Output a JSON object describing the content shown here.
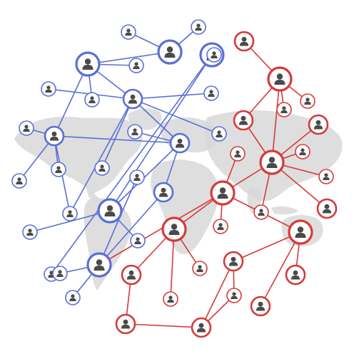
{
  "colors": {
    "background": "#ffffff",
    "map": "#d8d8d8",
    "blue": "#5a6fd6",
    "red": "#d63a3a",
    "person": "#4a4a4a"
  },
  "icons": {
    "node": "person-icon",
    "map": "world-map"
  },
  "network": {
    "blue": {
      "nodes": [
        {
          "id": "b1",
          "size": "s"
        },
        {
          "id": "b2",
          "size": "s"
        },
        {
          "id": "b3",
          "size": "l"
        },
        {
          "id": "b4",
          "size": "s"
        },
        {
          "id": "b5",
          "size": "s"
        },
        {
          "id": "b6",
          "size": "l"
        },
        {
          "id": "b7",
          "size": "s"
        },
        {
          "id": "b8",
          "size": "s"
        },
        {
          "id": "b9",
          "size": "m"
        },
        {
          "id": "b10",
          "size": "s"
        },
        {
          "id": "b11",
          "size": "s"
        },
        {
          "id": "b12",
          "size": "m"
        },
        {
          "id": "b13",
          "size": "s"
        },
        {
          "id": "b14",
          "size": "s"
        },
        {
          "id": "b15",
          "size": "m"
        },
        {
          "id": "b16",
          "size": "s"
        },
        {
          "id": "b17",
          "size": "s"
        },
        {
          "id": "b18",
          "size": "s"
        },
        {
          "id": "b19",
          "size": "s"
        },
        {
          "id": "b20",
          "size": "l"
        },
        {
          "id": "b21",
          "size": "m"
        },
        {
          "id": "b22",
          "size": "s"
        },
        {
          "id": "b23",
          "size": "s"
        },
        {
          "id": "b24",
          "size": "l"
        },
        {
          "id": "b25",
          "size": "s"
        },
        {
          "id": "b26",
          "size": "s"
        },
        {
          "id": "b27",
          "size": "l"
        },
        {
          "id": "b28",
          "size": "s"
        },
        {
          "id": "b29",
          "size": "s"
        },
        {
          "id": "b30",
          "size": "s"
        }
      ],
      "edges": [
        [
          "b1",
          "b9"
        ],
        [
          "b2",
          "b6"
        ],
        [
          "b3",
          "b5"
        ],
        [
          "b3",
          "b6"
        ],
        [
          "b4",
          "b6"
        ],
        [
          "b3",
          "b9"
        ],
        [
          "b3",
          "b10"
        ],
        [
          "b3",
          "b12"
        ],
        [
          "b9",
          "b11"
        ],
        [
          "b9",
          "b15"
        ],
        [
          "b9",
          "b8"
        ],
        [
          "b9",
          "b16"
        ],
        [
          "b9",
          "b19"
        ],
        [
          "b12",
          "b14"
        ],
        [
          "b12",
          "b17"
        ],
        [
          "b12",
          "b18"
        ],
        [
          "b12",
          "b19"
        ],
        [
          "b12",
          "b15"
        ],
        [
          "b15",
          "b21"
        ],
        [
          "b15",
          "b20"
        ],
        [
          "b21",
          "b24"
        ],
        [
          "b20",
          "b23"
        ],
        [
          "b20",
          "b25"
        ],
        [
          "b20",
          "b27"
        ],
        [
          "b24",
          "b22"
        ],
        [
          "b24",
          "b26"
        ],
        [
          "b24",
          "b28"
        ],
        [
          "b27",
          "b29"
        ],
        [
          "b27",
          "b30"
        ],
        [
          "b27",
          "b13"
        ],
        [
          "b15",
          "b7"
        ]
      ]
    },
    "red": {
      "nodes": [
        {
          "id": "r1",
          "size": "m"
        },
        {
          "id": "r2",
          "size": "l"
        },
        {
          "id": "r3",
          "size": "s"
        },
        {
          "id": "r4",
          "size": "s"
        },
        {
          "id": "r5",
          "size": "m"
        },
        {
          "id": "r6",
          "size": "m"
        },
        {
          "id": "r7",
          "size": "s"
        },
        {
          "id": "r8",
          "size": "l"
        },
        {
          "id": "r9",
          "size": "s"
        },
        {
          "id": "r10",
          "size": "m"
        },
        {
          "id": "r11",
          "size": "l"
        },
        {
          "id": "r12",
          "size": "s"
        },
        {
          "id": "r13",
          "size": "s"
        },
        {
          "id": "r14",
          "size": "s"
        },
        {
          "id": "r15",
          "size": "l"
        },
        {
          "id": "r16",
          "size": "l"
        },
        {
          "id": "r17",
          "size": "s"
        },
        {
          "id": "r18",
          "size": "m"
        },
        {
          "id": "r19",
          "size": "s"
        },
        {
          "id": "r20",
          "size": "m"
        },
        {
          "id": "r21",
          "size": "m"
        },
        {
          "id": "r22",
          "size": "m"
        },
        {
          "id": "r23",
          "size": "s"
        },
        {
          "id": "r24",
          "size": "m"
        },
        {
          "id": "r25",
          "size": "m"
        },
        {
          "id": "r26",
          "size": "l"
        }
      ],
      "edges": [
        [
          "r1",
          "r2"
        ],
        [
          "r2",
          "r3"
        ],
        [
          "r2",
          "r4"
        ],
        [
          "r2",
          "r6"
        ],
        [
          "r2",
          "r8"
        ],
        [
          "r6",
          "r8"
        ],
        [
          "r8",
          "r5"
        ],
        [
          "r8",
          "r7"
        ],
        [
          "r8",
          "r9"
        ],
        [
          "r8",
          "r10"
        ],
        [
          "r8",
          "r11"
        ],
        [
          "r8",
          "r13"
        ],
        [
          "r11",
          "r12"
        ],
        [
          "r11",
          "r14"
        ],
        [
          "r11",
          "r15"
        ],
        [
          "r11",
          "r16"
        ],
        [
          "r15",
          "r17"
        ],
        [
          "r15",
          "r18"
        ],
        [
          "r15",
          "r19"
        ],
        [
          "r16",
          "r22"
        ],
        [
          "r16",
          "r20"
        ],
        [
          "r16",
          "r21"
        ],
        [
          "r20",
          "r23"
        ],
        [
          "r20",
          "r24"
        ],
        [
          "r24",
          "r26"
        ],
        [
          "r18",
          "r25"
        ],
        [
          "r25",
          "r26"
        ],
        [
          "r23",
          "r26"
        ]
      ]
    },
    "bridges": [
      [
        "b24",
        "r11"
      ],
      [
        "b24",
        "b22"
      ]
    ]
  }
}
